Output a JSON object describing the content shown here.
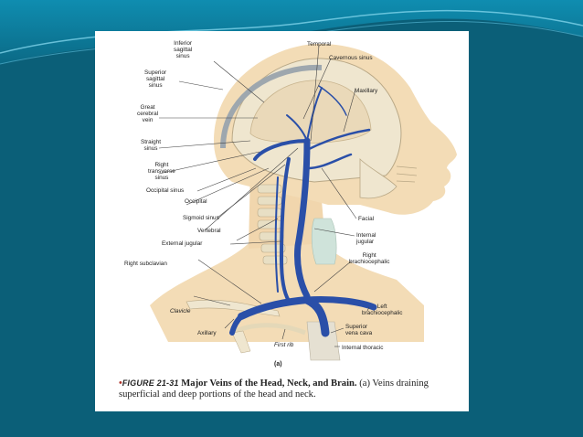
{
  "labels": {
    "inferior_sagittal_sinus": "Inferior\nsagittal\nsinus",
    "superior_sagittal_sinus": "Superior\nsagittal\nsinus",
    "great_cerebral_vein": "Great\ncerebral\nvein",
    "straight_sinus": "Straight\nsinus",
    "right_transverse_sinus": "Right\ntransverse\nsinus",
    "occipital_sinus": "Occipital sinus",
    "occipital": "Occipital",
    "sigmoid_sinus": "Sigmoid sinus",
    "vertebral": "Vertebral",
    "external_jugular": "External jugular",
    "right_subclavian": "Right subclavian",
    "clavicle": "Clavicle",
    "axillary": "Axillary",
    "first_rib": "First rib",
    "temporal": "Temporal",
    "cavernous_sinus": "Cavernous sinus",
    "maxillary": "Maxillary",
    "facial": "Facial",
    "internal_jugular": "Internal\njugular",
    "right_brachiocephalic": "Right\nbrachiocephalic",
    "left_brachiocephalic": "Left\nbrachiocephalic",
    "superior_vena_cava": "Superior\nvena cava",
    "internal_thoracic": "Internal thoracic"
  },
  "part_label": "(a)",
  "caption": {
    "bullet": "•",
    "figure_number": "FIGURE 21-31",
    "title": "Major Veins of the Head, Neck, and Brain.",
    "text": "(a) Veins draining superficial and deep portions of the head and neck."
  },
  "colors": {
    "slide_background": "#0b5f78",
    "card_background": "#ffffff",
    "vein": "#2a4fa8",
    "skin": "#f3dcb6",
    "bone": "#efe6cf"
  }
}
